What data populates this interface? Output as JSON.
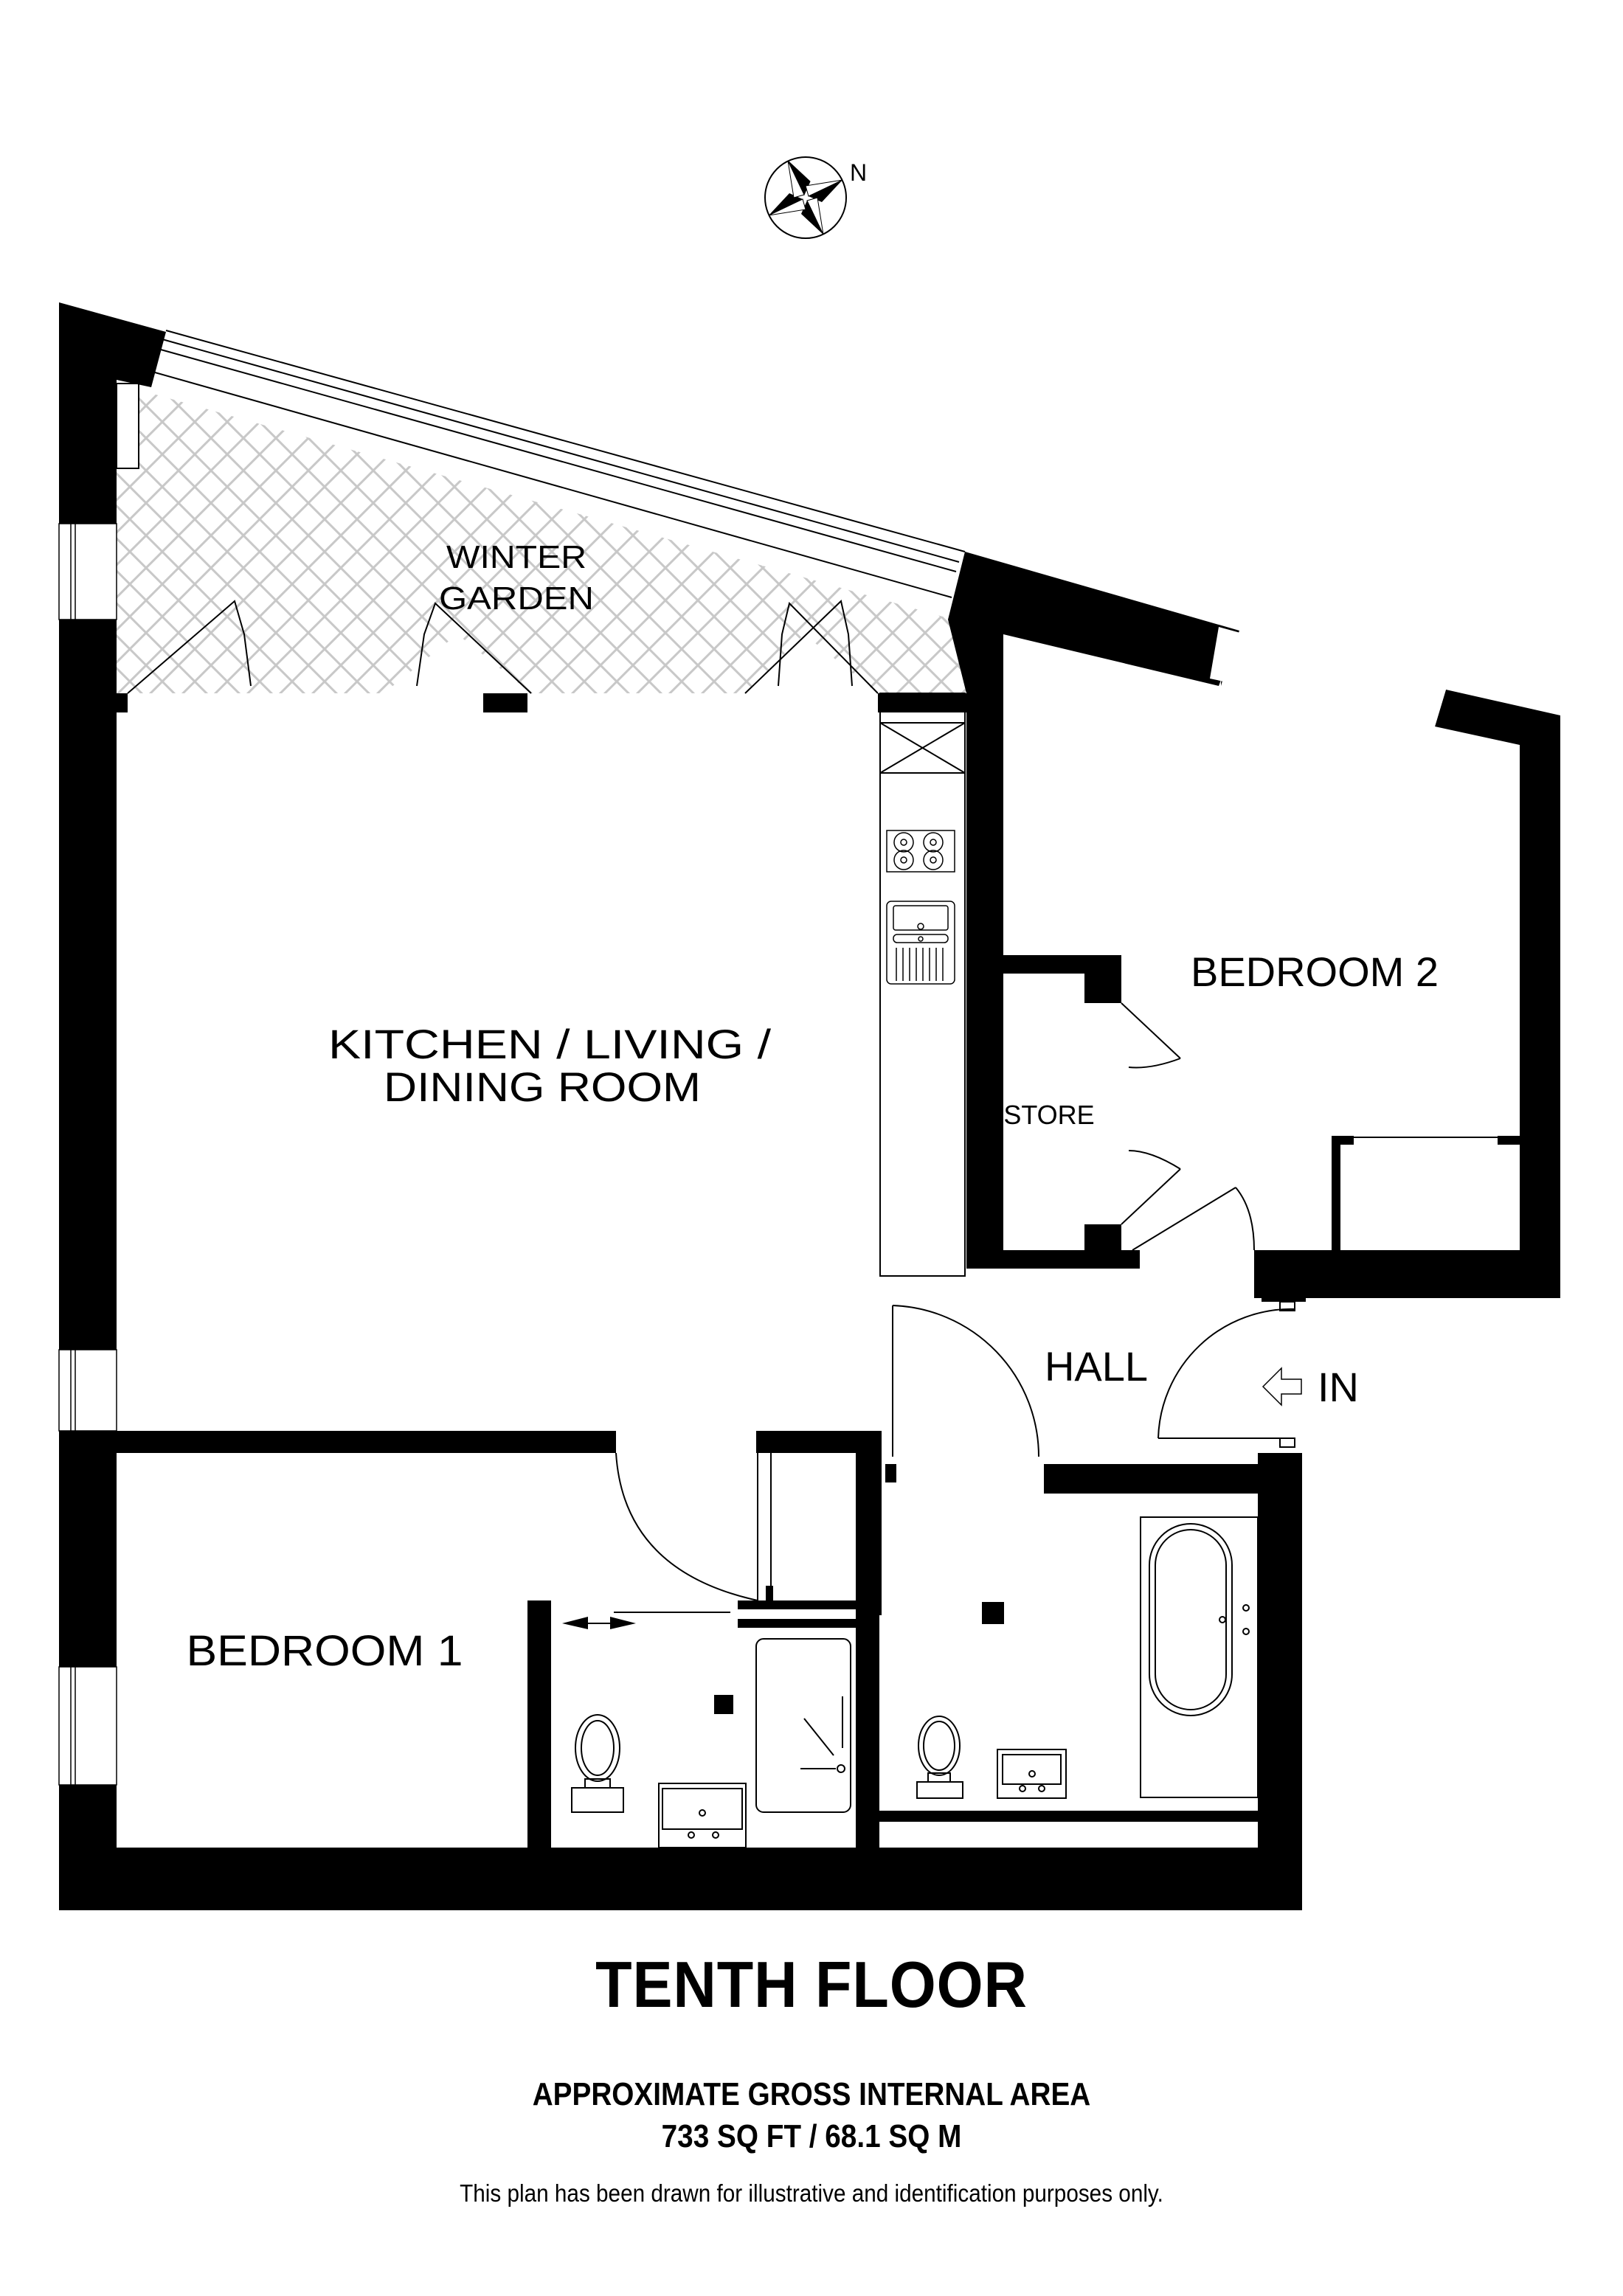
{
  "compass": {
    "label": "N",
    "icon": "compass-rose-icon"
  },
  "rooms": {
    "winter_garden": {
      "line1": "WINTER",
      "line2": "GARDEN"
    },
    "kitchen_living": {
      "line1": "KITCHEN / LIVING /",
      "line2": "DINING ROOM"
    },
    "bedroom_2": {
      "label": "BEDROOM 2"
    },
    "store": {
      "label": "STORE"
    },
    "hall": {
      "label": "HALL"
    },
    "bedroom_1": {
      "label": "BEDROOM 1"
    }
  },
  "entrance": {
    "label": "IN",
    "icon": "entrance-arrow-icon"
  },
  "footer": {
    "floor_title": "TENTH FLOOR",
    "area_heading": "APPROXIMATE GROSS INTERNAL AREA",
    "area_value": "733 SQ FT / 68.1 SQ M",
    "disclaimer": "This plan has been drawn for illustrative and identification purposes only."
  },
  "colors": {
    "wall": "#000000",
    "hatch": "#c8c8c8",
    "background": "#ffffff"
  }
}
